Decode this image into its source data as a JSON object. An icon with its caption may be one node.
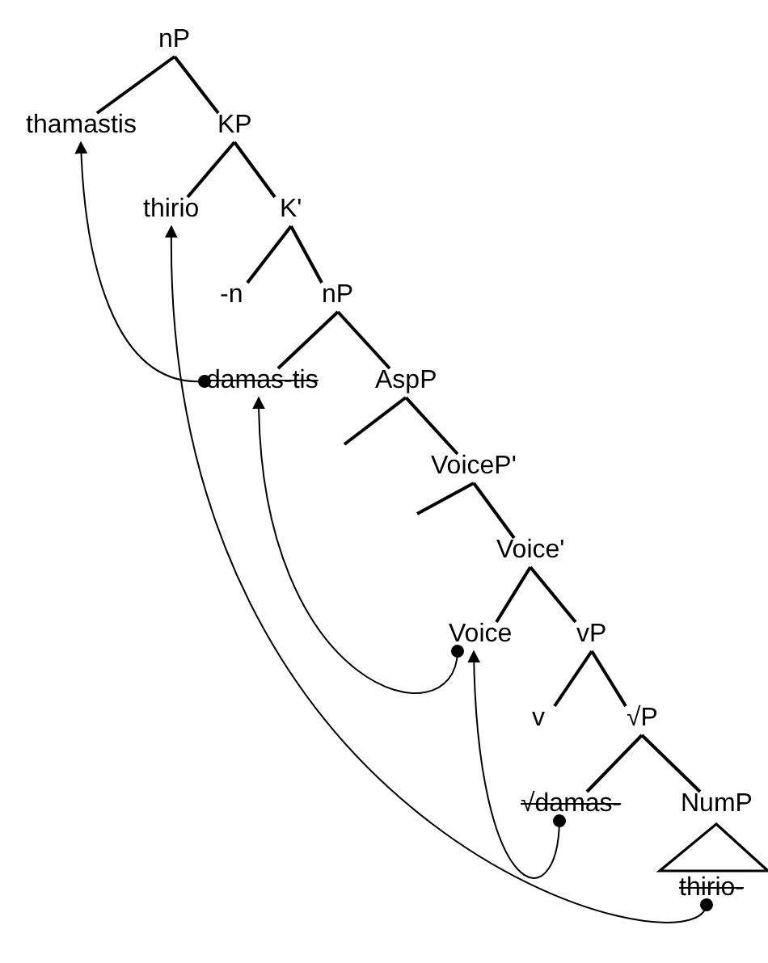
{
  "diagram": {
    "nodes": [
      {
        "text": [
          "nP"
        ]
      },
      {
        "text": [
          "thamastis"
        ]
      },
      {
        "text": [
          "KP"
        ]
      },
      {
        "text": [
          "thirio"
        ]
      },
      {
        "text": [
          "K'"
        ]
      },
      {
        "text": [
          "-n"
        ]
      },
      {
        "text": [
          "nP"
        ]
      },
      {
        "text": [
          "damas-tis"
        ]
      },
      {
        "text": [
          "AspP"
        ]
      },
      {
        "text": [
          "VoiceP'"
        ]
      },
      {
        "text": [
          "Voice'"
        ]
      },
      {
        "text": [
          "Voice"
        ]
      },
      {
        "text": [
          "vP"
        ]
      },
      {
        "text": [
          "v"
        ]
      },
      {
        "text": [
          "√P"
        ]
      },
      {
        "text": [
          "√damas-"
        ]
      },
      {
        "text": [
          "NumP"
        ]
      },
      {
        "text": [
          "thirio-"
        ]
      }
    ],
    "edges": [
      {
        "from": 0,
        "to": 1,
        "arrow": "none"
      },
      {
        "from": 0,
        "to": 2,
        "arrow": "none"
      },
      {
        "from": 2,
        "to": 3,
        "arrow": "none"
      },
      {
        "from": 2,
        "to": 4,
        "arrow": "none"
      },
      {
        "from": 4,
        "to": 5,
        "arrow": "none"
      },
      {
        "from": 4,
        "to": 6,
        "arrow": "none"
      },
      {
        "from": 6,
        "to": 7,
        "arrow": "none"
      },
      {
        "from": 6,
        "to": 8,
        "arrow": "none"
      },
      {
        "from": 8,
        "to": null,
        "arrow": "none"
      },
      {
        "from": 8,
        "to": 9,
        "arrow": "none"
      },
      {
        "from": 9,
        "to": null,
        "arrow": "none"
      },
      {
        "from": 9,
        "to": 10,
        "arrow": "none"
      },
      {
        "from": 10,
        "to": 11,
        "arrow": "none"
      },
      {
        "from": 10,
        "to": 12,
        "arrow": "none"
      },
      {
        "from": 12,
        "to": 13,
        "arrow": "none"
      },
      {
        "from": 12,
        "to": 14,
        "arrow": "none"
      },
      {
        "from": 14,
        "to": 15,
        "arrow": "none"
      },
      {
        "from": 14,
        "to": 16,
        "arrow": "none"
      },
      {
        "from": 7,
        "to": 1,
        "arrow": "to"
      },
      {
        "from": 11,
        "to": 7,
        "arrow": "to"
      },
      {
        "from": 15,
        "to": 11,
        "arrow": "to"
      },
      {
        "from": 17,
        "to": 3,
        "arrow": "to"
      }
    ]
  }
}
